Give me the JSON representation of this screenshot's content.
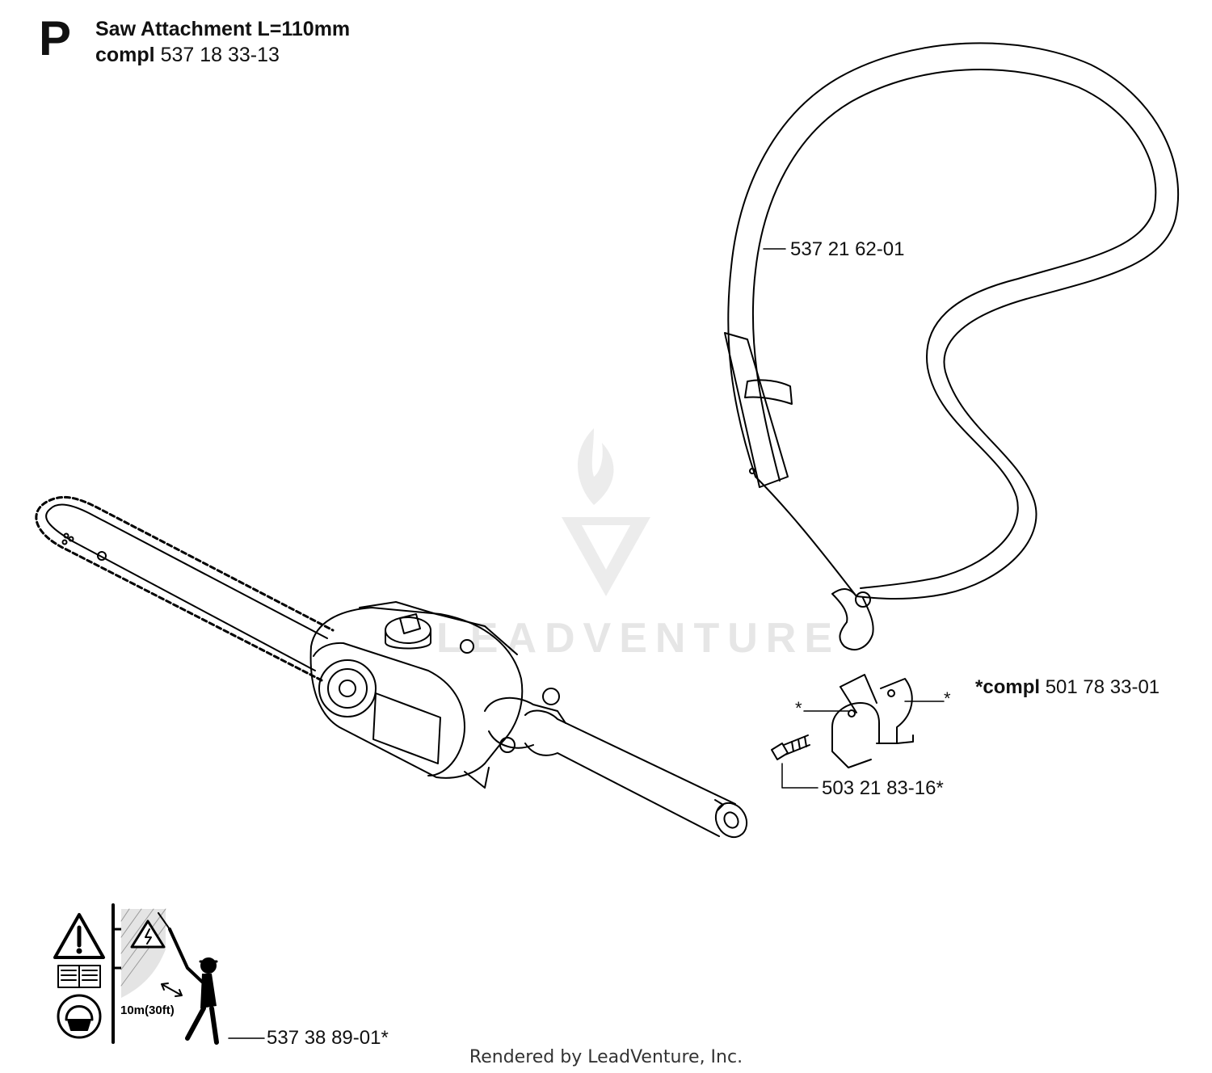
{
  "header": {
    "section_letter": "P",
    "title": "Saw Attachment L=110mm",
    "compl_word": "compl",
    "compl_number": "537 18 33-13"
  },
  "parts": {
    "harness": "537 21 62-01",
    "bracket_kit_prefix": "*compl",
    "bracket_kit_number": "501 78 33-01",
    "screw": "503 21 83-16*",
    "decal": "537 38 89-01*",
    "asterisk": "*"
  },
  "decal": {
    "distance": "10m(30ft)"
  },
  "watermark": "LEADVENTURE",
  "footer": "Rendered by LeadVenture, Inc."
}
